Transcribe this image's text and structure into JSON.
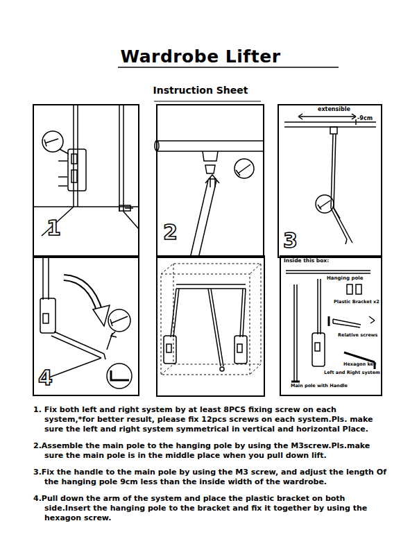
{
  "diagram": {
    "title": "Wardrobe Lifter",
    "nodes": [
      {
        "text": [
          "1"
        ]
      },
      {
        "text": [
          "2"
        ]
      },
      {
        "text": [
          "extensible",
          "-9cm",
          "3"
        ]
      },
      {
        "text": [
          "4"
        ]
      },
      {
        "text": [
          "Inside this box:",
          "Hanging pole",
          "Plastic Bracket x2",
          "Relative screws",
          "Hexagon key",
          "Left and Right system",
          "Main pole with Handle"
        ]
      }
    ],
    "labels": [
      "Instruction Sheet",
      "1. Fix both left and right system by at least 8PCS fixing screw on each system,*for better result, please fix 12pcs screws on each system.Pls. make sure the left and right system symmetrical in vertical and horizontal Place.",
      "2.Assemble the main pole to the hanging pole by using the M3screw.Pls.make sure the main pole is in the middle place when you pull down lift.",
      "3.Fix the handle to the main pole by using the M3 screw, and adjust the length Of the hanging pole 9cm less than the inside width of the wardrobe.",
      "4.Pull down the arm of the system and place the plastic bracket on both side.Insert the hanging pole to the bracket and fix it together by using the hexagon screw."
    ]
  }
}
